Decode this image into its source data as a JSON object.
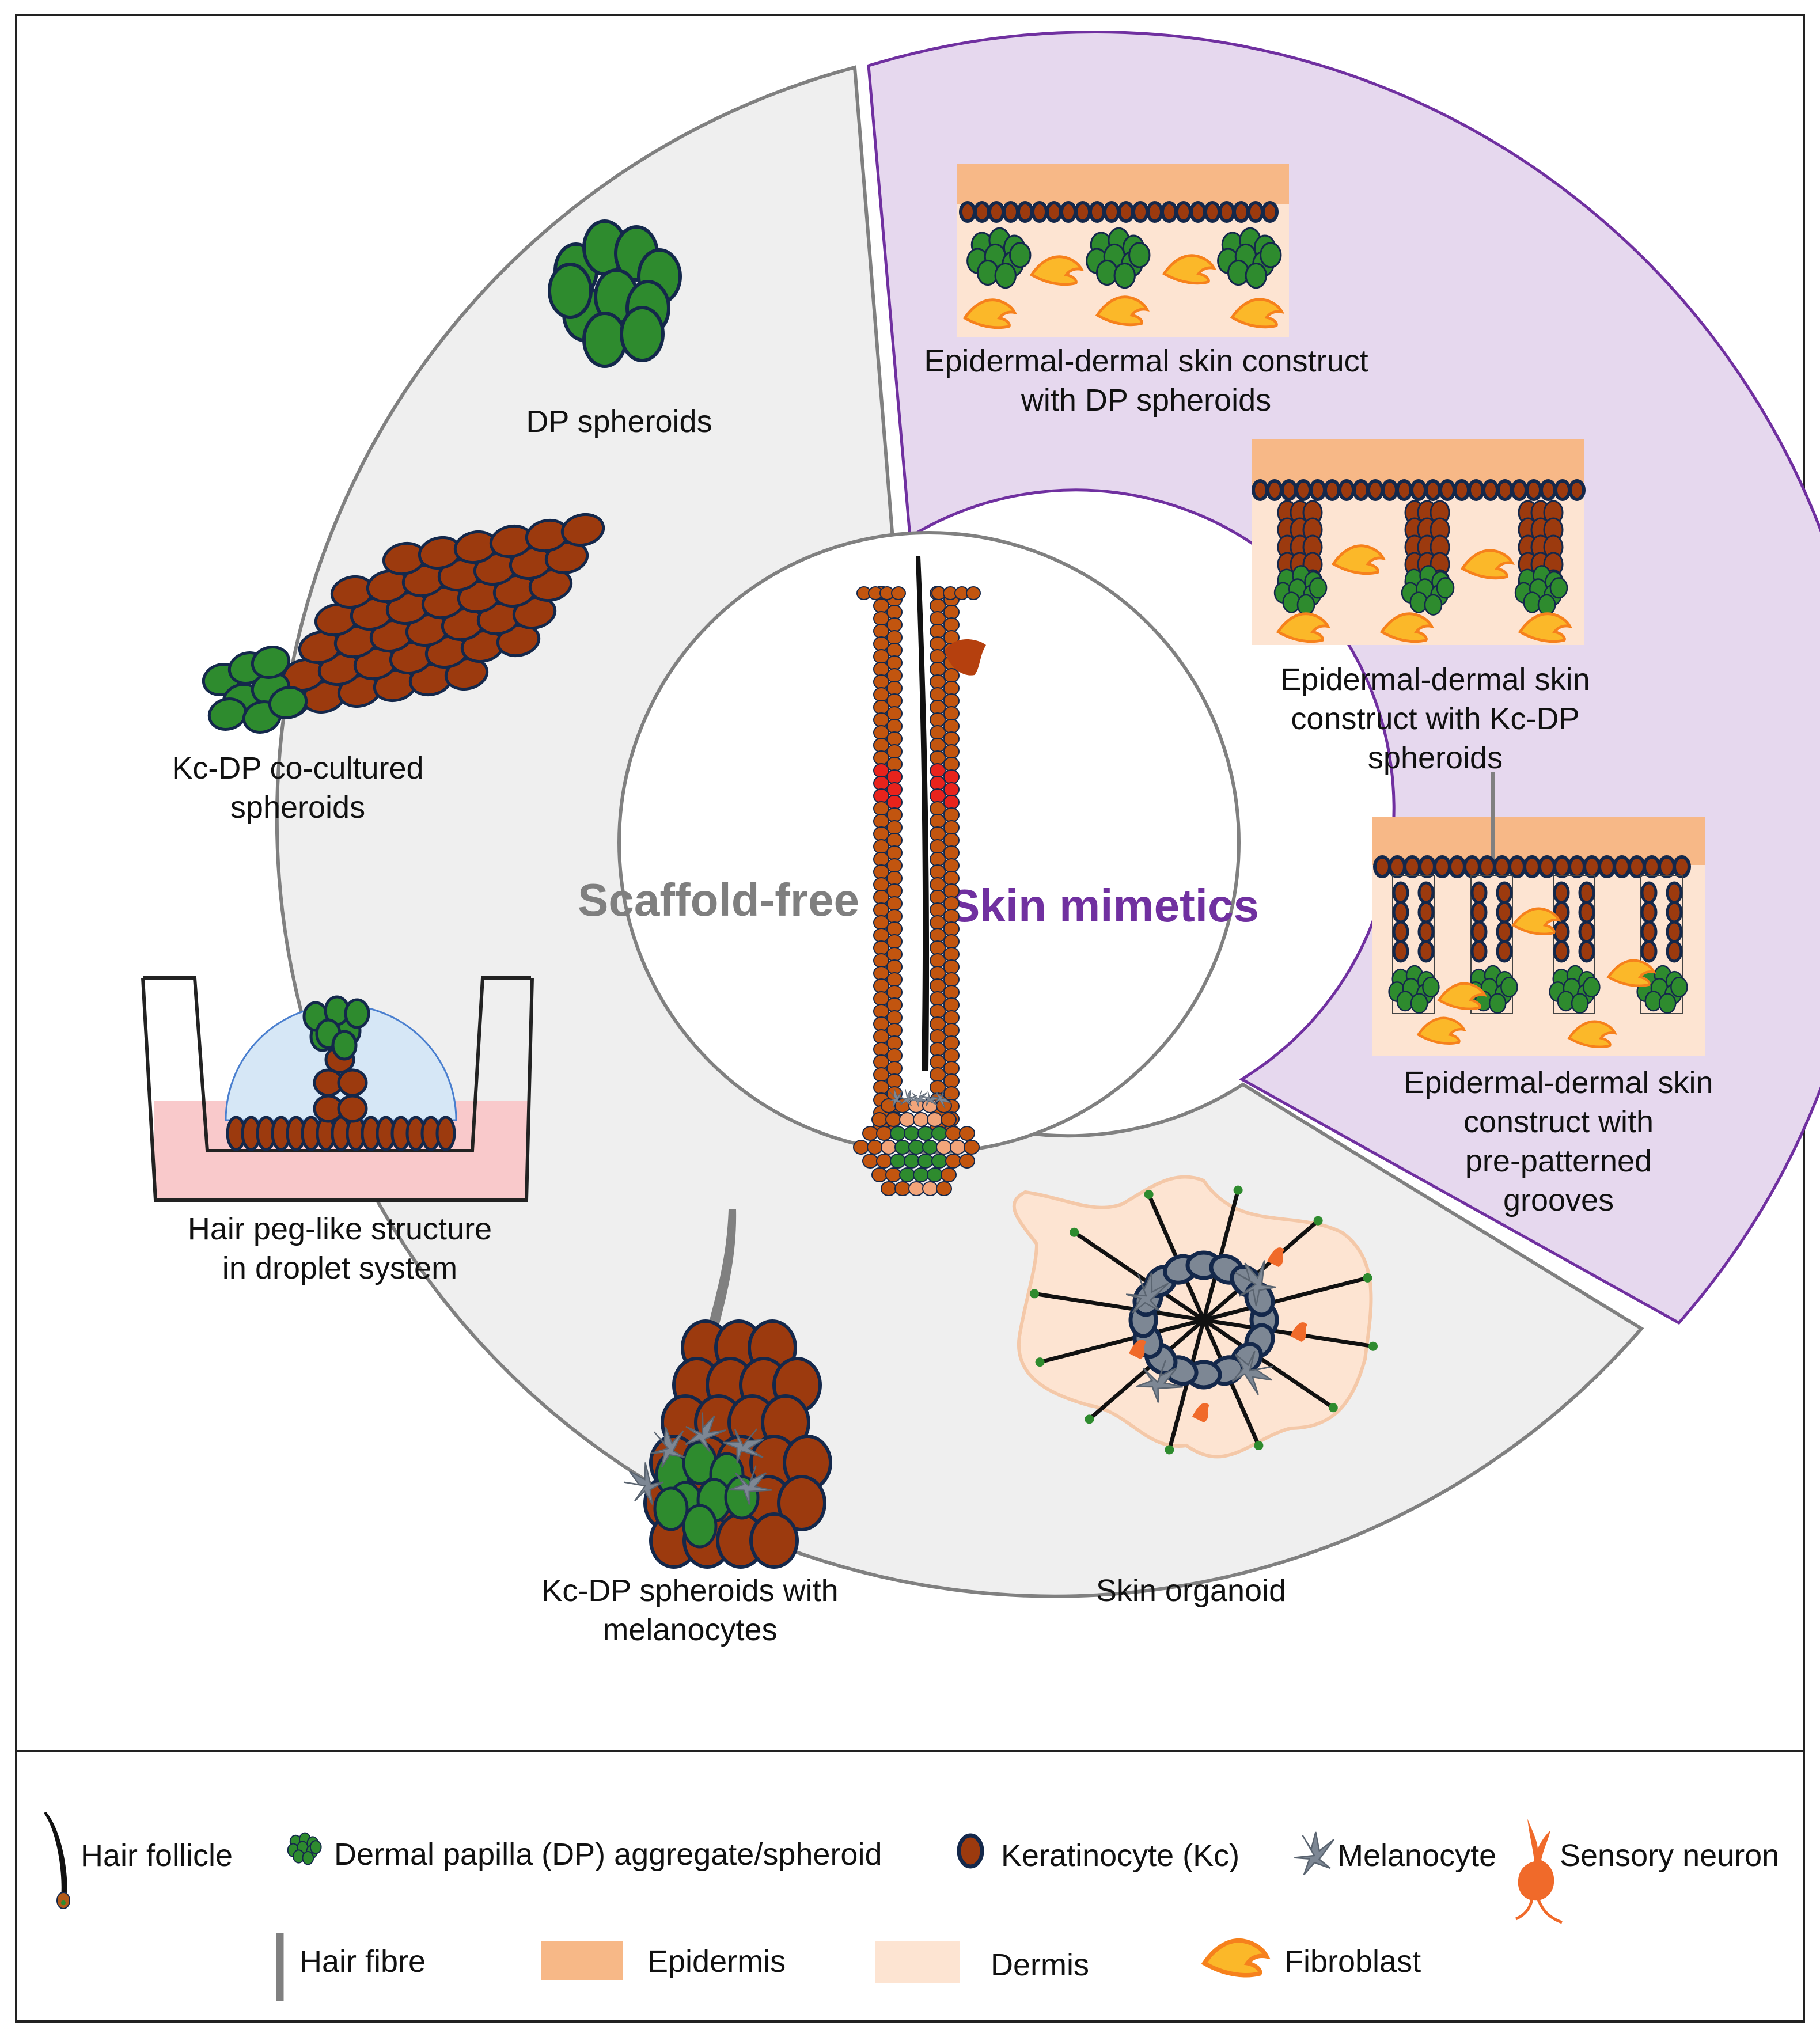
{
  "colors": {
    "scaffold_free": "#7f7f7f",
    "skin_mimetics": "#7030a0",
    "grey_panel": "#efefef",
    "purple_panel": "#e6d8ee",
    "dp_green": "#2e8b2e",
    "kc_brown": "#9c3a0e",
    "kc_outline": "#14284b",
    "epidermis": "#f7b887",
    "dermis": "#fde4d2",
    "fibroblast": "#fbb829",
    "hair_fibre": "#808080",
    "neuron": "#f06a2a"
  },
  "center": {
    "left_label": "Scaffold-free",
    "right_label": "Skin mimetics"
  },
  "scaffold_free": {
    "dp_spheroids": "DP spheroids",
    "kc_dp_cocultured": [
      "Kc-DP co-cultured",
      "spheroids"
    ],
    "hair_peg": [
      "Hair peg-like structure",
      "in droplet system"
    ],
    "kc_dp_melanocytes": [
      "Kc-DP spheroids with",
      "melanocytes"
    ],
    "skin_organoid": "Skin organoid"
  },
  "skin_mimetics": {
    "construct_dp": [
      "Epidermal-dermal skin construct",
      "with DP spheroids"
    ],
    "construct_kc_dp": [
      "Epidermal-dermal skin",
      "construct with Kc-DP",
      "spheroids"
    ],
    "construct_grooves": [
      "Epidermal-dermal skin",
      "construct with",
      "pre-patterned",
      "grooves"
    ]
  },
  "legend": {
    "hair_follicle": "Hair follicle",
    "dp": "Dermal papilla (DP) aggregate/spheroid",
    "keratinocyte": "Keratinocyte (Kc)",
    "melanocyte": "Melanocyte",
    "sensory_neuron": "Sensory neuron",
    "hair_fibre": "Hair fibre",
    "epidermis": "Epidermis",
    "dermis": "Dermis",
    "fibroblast": "Fibroblast"
  }
}
